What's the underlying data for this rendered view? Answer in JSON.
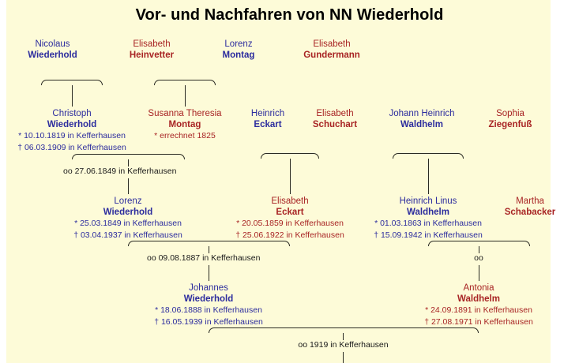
{
  "page": {
    "title": "Vor- und Nachfahren von NN Wiederhold",
    "background_color": "#fdfbd8",
    "male_color": "#2c2c9e",
    "female_color": "#a82424",
    "line_color": "#2b2b23"
  },
  "generations": {
    "g1": [
      {
        "given": "Nicolaus",
        "surname": "Wiederhold",
        "sex": "male",
        "events": []
      },
      {
        "given": "Elisabeth",
        "surname": "Heinvetter",
        "sex": "female",
        "events": []
      },
      {
        "given": "Lorenz",
        "surname": "Montag",
        "sex": "male",
        "events": []
      },
      {
        "given": "Elisabeth",
        "surname": "Gundermann",
        "sex": "female",
        "events": []
      }
    ],
    "g2": [
      {
        "given": "Christoph",
        "surname": "Wiederhold",
        "sex": "male",
        "events": [
          "* 10.10.1819 in Kefferhausen",
          "† 06.03.1909 in Kefferhausen"
        ]
      },
      {
        "given": "Susanna Theresia",
        "surname": "Montag",
        "sex": "female",
        "events": [
          "* errechnet 1825"
        ]
      },
      {
        "given": "Heinrich",
        "surname": "Eckart",
        "sex": "male",
        "events": []
      },
      {
        "given": "Elisabeth",
        "surname": "Schuchart",
        "sex": "female",
        "events": []
      },
      {
        "given": "Johann Heinrich",
        "surname": "Waldhelm",
        "sex": "male",
        "events": []
      },
      {
        "given": "Sophia",
        "surname": "Ziegenfuß",
        "sex": "female",
        "events": []
      }
    ],
    "g3": [
      {
        "given": "Lorenz",
        "surname": "Wiederhold",
        "sex": "male",
        "events": [
          "* 25.03.1849 in Kefferhausen",
          "† 03.04.1937 in Kefferhausen"
        ]
      },
      {
        "given": "Elisabeth",
        "surname": "Eckart",
        "sex": "female",
        "events": [
          "* 20.05.1859 in Kefferhausen",
          "† 25.06.1922 in Kefferhausen"
        ]
      },
      {
        "given": "Heinrich Linus",
        "surname": "Waldhelm",
        "sex": "male",
        "events": [
          "* 01.03.1863 in Kefferhausen",
          "† 15.09.1942 in Kefferhausen"
        ]
      },
      {
        "given": "Martha",
        "surname": "Schabacker",
        "sex": "female",
        "events": []
      }
    ],
    "g4": [
      {
        "given": "Johannes",
        "surname": "Wiederhold",
        "sex": "male",
        "events": [
          "* 18.06.1888 in Kefferhausen",
          "† 16.05.1939 in Kefferhausen"
        ]
      },
      {
        "given": "Antonia",
        "surname": "Waldhelm",
        "sex": "female",
        "events": [
          "* 24.09.1891 in Kefferhausen",
          "† 27.08.1971 in Kefferhausen"
        ]
      }
    ]
  },
  "marriages": {
    "m1": "oo 27.06.1849 in Kefferhausen",
    "m2": "oo 09.08.1887 in Kefferhausen",
    "m3": "oo",
    "m4": "oo 1919 in Kefferhausen"
  }
}
